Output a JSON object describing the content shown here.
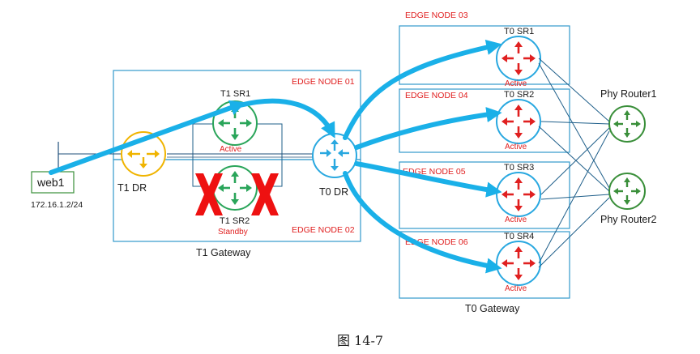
{
  "tier1": {
    "gateway_label": "T1 Gateway",
    "edge_node_01": "EDGE NODE 01",
    "edge_node_02": "EDGE NODE 02",
    "dr_label": "T1 DR",
    "sr1_label": "T1 SR1",
    "sr1_state": "Active",
    "sr2_label": "T1 SR2",
    "sr2_state": "Standby"
  },
  "tier0": {
    "gateway_label": "T0 Gateway",
    "dr_label": "T0 DR",
    "nodes": [
      {
        "edge": "EDGE NODE 03",
        "sr": "T0 SR1",
        "state": "Active"
      },
      {
        "edge": "EDGE NODE 04",
        "sr": "T0 SR2",
        "state": "Active"
      },
      {
        "edge": "EDGE NODE 05",
        "sr": "T0 SR3",
        "state": "Active"
      },
      {
        "edge": "EDGE NODE 06",
        "sr": "T0 SR4",
        "state": "Active"
      }
    ]
  },
  "physical": {
    "router1": "Phy Router1",
    "router2": "Phy Router2"
  },
  "host": {
    "name": "web1",
    "ip": "172.16.1.2/24"
  },
  "caption": "图 14-7",
  "colors": {
    "flow_arrow": "#1ab0e8",
    "t0_router": "#29a8e0",
    "t1_dr": "#f0b400",
    "t1_sr": "#2aa55a",
    "phy_router": "#3a8f3a",
    "red_label": "#e02020",
    "box_border": "#3399cc"
  }
}
